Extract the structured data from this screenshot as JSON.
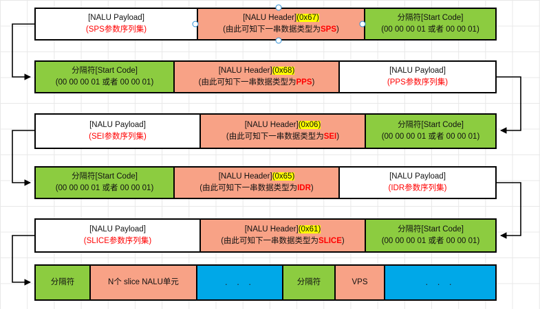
{
  "diagram": {
    "title": "NALU stream structure",
    "colors": {
      "payload": "#ffffff",
      "header": "#f8a286",
      "startcode": "#8ccc40",
      "ellipsis": "#00a8e8",
      "accent_red": "#ff0000",
      "highlight": "#ffff00",
      "border": "#000000",
      "grid": "#e8e8e8"
    },
    "labels": {
      "payload_title": "[NALU Payload]",
      "header_title": "[NALU Header]",
      "startcode_title": "分隔符[Start Code]",
      "startcode_value": "(00 00 00 01 或者 00 00 01)",
      "header_note_prefix": "(由此可知下一串数据类型为",
      "header_note_suffix": ")",
      "paren_open": "(",
      "paren_close": ")",
      "ellipsis": ". . ."
    },
    "rows": [
      {
        "id": "row-sps",
        "order": [
          "payload",
          "header",
          "startcode"
        ],
        "payload_sub": "SPS参数序列集",
        "header_hex": "(0x67)",
        "header_type": "SPS"
      },
      {
        "id": "row-pps",
        "order": [
          "startcode",
          "header",
          "payload"
        ],
        "payload_sub": "PPS参数序列集",
        "header_hex": "(0x68)",
        "header_type": "PPS"
      },
      {
        "id": "row-sei",
        "order": [
          "payload",
          "header",
          "startcode"
        ],
        "payload_sub": "SEI参数序列集",
        "header_hex": "(0x06)",
        "header_type": "SEI"
      },
      {
        "id": "row-idr",
        "order": [
          "startcode",
          "header",
          "payload"
        ],
        "payload_sub": "IDR参数序列集",
        "header_hex": "(0x65)",
        "header_type": "IDR"
      },
      {
        "id": "row-slice",
        "order": [
          "payload",
          "header",
          "startcode"
        ],
        "payload_sub": "SLICE参数序列集",
        "header_hex": "(0x61)",
        "header_type": "SLICE"
      }
    ],
    "bottom_row": {
      "id": "row-bottom",
      "cells": [
        {
          "label": "分隔符",
          "kind": "startcode"
        },
        {
          "label": "N个 slice NALU单元",
          "kind": "header"
        },
        {
          "label": ". . .",
          "kind": "ellipsis"
        },
        {
          "label": "分隔符",
          "kind": "startcode"
        },
        {
          "label": "VPS",
          "kind": "header"
        },
        {
          "label": ". . .",
          "kind": "ellipsis"
        }
      ]
    }
  }
}
